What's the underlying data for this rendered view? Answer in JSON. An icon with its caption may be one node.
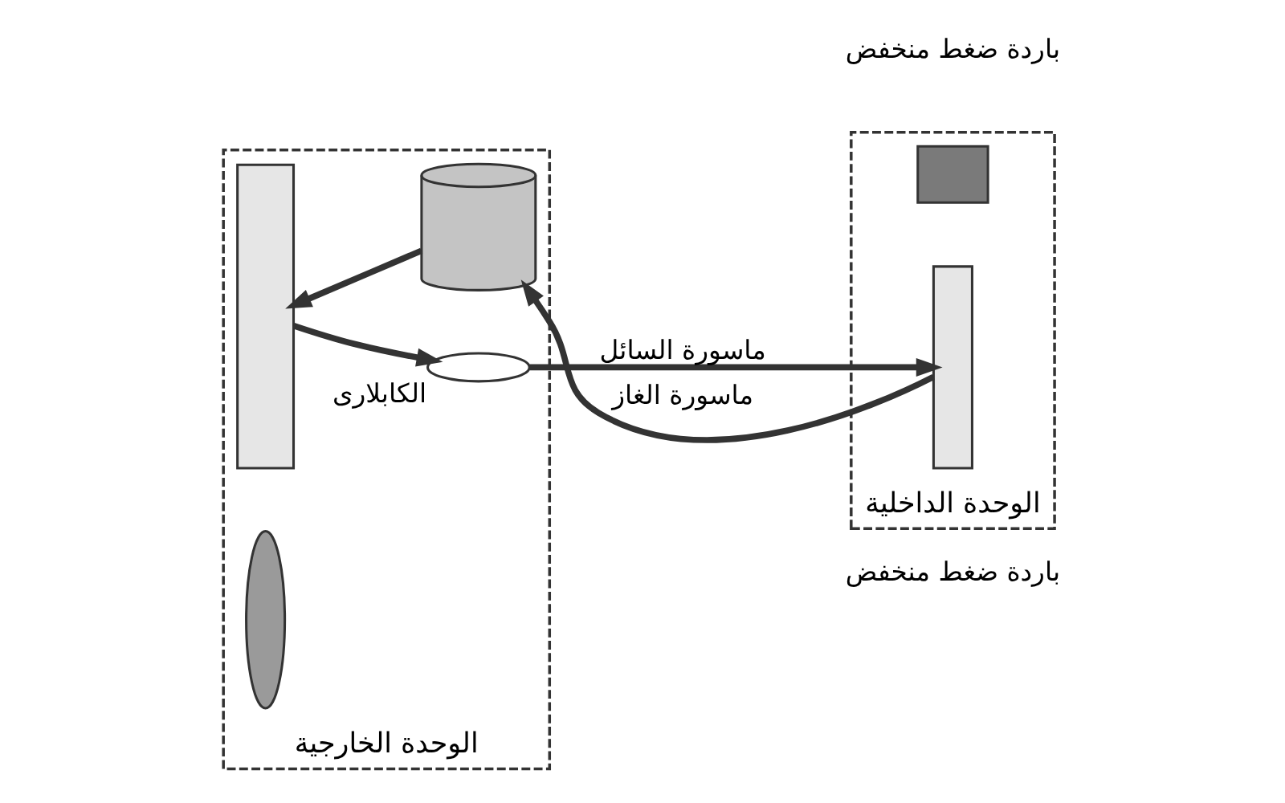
{
  "diagram": {
    "nodes": [
      {
        "text": [
          "الوحدة الخارجية"
        ]
      },
      {
        "text": [],
        "shape": "box",
        "in": 0
      },
      {
        "text": [],
        "shape": "fan",
        "in": 0
      },
      {
        "text": [],
        "shape": "cylinder",
        "in": 0
      },
      {
        "text": [],
        "shape": "coil",
        "beside": [
          "الكابلارى"
        ],
        "in": 0
      },
      {
        "text": [
          "الوحدة الداخلية"
        ]
      },
      {
        "text": [],
        "shape": "box",
        "in": 5
      },
      {
        "text": [],
        "shape": "box",
        "in": 5
      }
    ],
    "edges": [
      {
        "from": 3,
        "to": 1,
        "arrow": "to"
      },
      {
        "from": 1,
        "to": 4,
        "arrow": "to"
      },
      {
        "from": 4,
        "to": 7,
        "label": "ماسورة السائل",
        "arrow": "to"
      },
      {
        "from": 7,
        "to": 3,
        "label": "ماسورة الغاز",
        "arrow": "to"
      }
    ],
    "labels": [
      "باردة ضغط منخفض",
      "باردة ضغط منخفض"
    ]
  }
}
